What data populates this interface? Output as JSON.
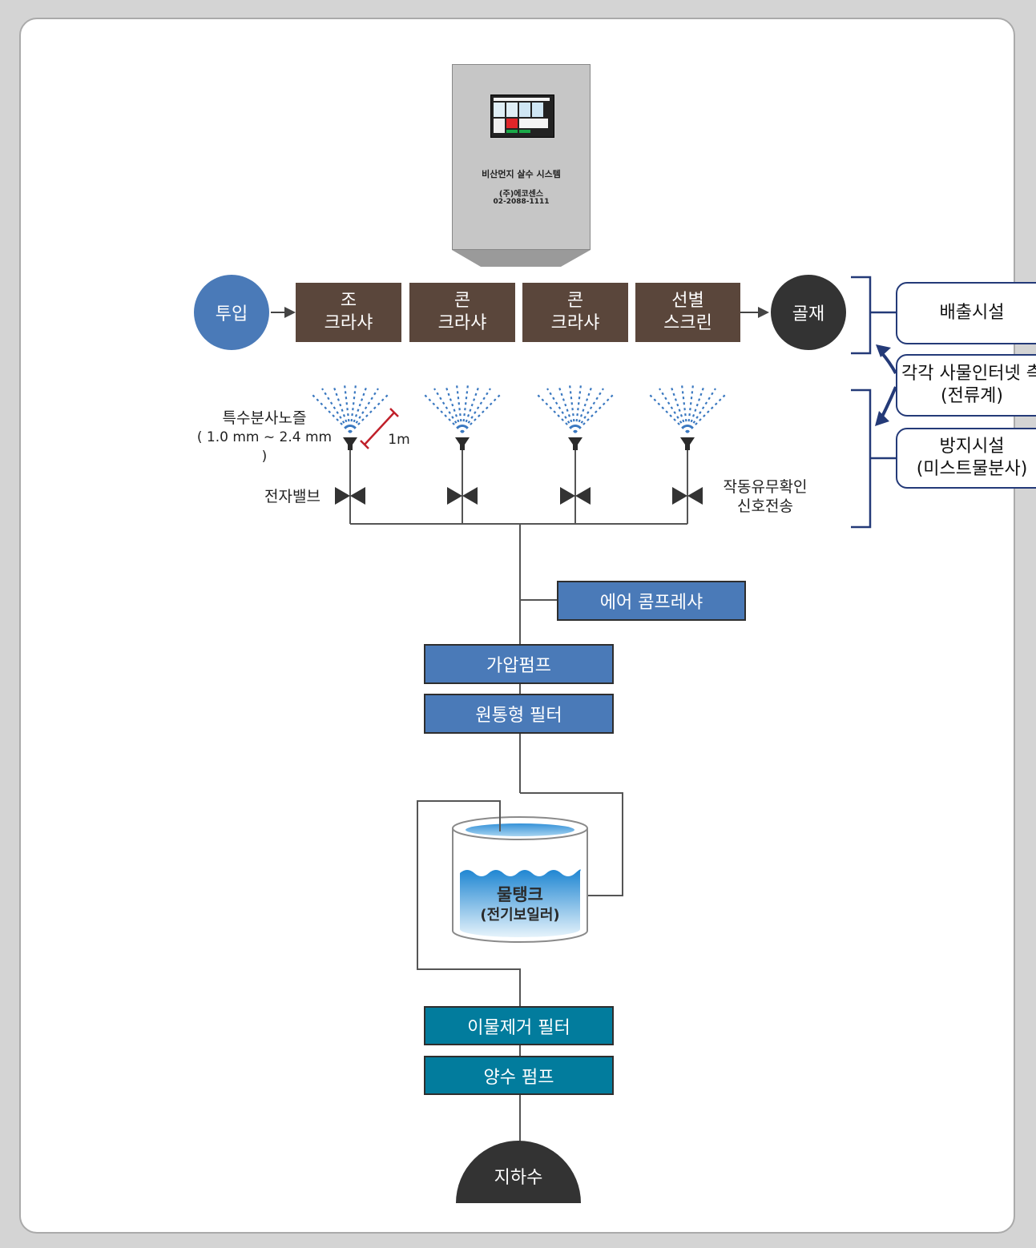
{
  "cabinet": {
    "title": "비산먼지 살수 시스템",
    "company": "(주)에코센스",
    "phone": "02-2088-1111"
  },
  "process": {
    "input": "투입",
    "steps": [
      {
        "line1": "조",
        "line2": "크라샤"
      },
      {
        "line1": "콘",
        "line2": "크라샤"
      },
      {
        "line1": "콘",
        "line2": "크라샤"
      },
      {
        "line1": "선별",
        "line2": "스크린"
      }
    ],
    "output": "골재"
  },
  "right_panel": {
    "emission": "배출시설",
    "iot_line1": "각각 사물인터넷 측",
    "iot_line2": "(전류계)",
    "prevention_line1": "방지시설",
    "prevention_line2": "(미스트물분사)"
  },
  "nozzle": {
    "label_line1": "특수분사노즐",
    "label_line2": "( 1.0 mm ~ 2.4 mm )",
    "distance": "1m"
  },
  "valve_label": "전자밸브",
  "signal_label_line1": "작동유무확인",
  "signal_label_line2": "신호전송",
  "equipment": {
    "air_compressor": "에어 콤프레샤",
    "pressure_pump": "가압펌프",
    "cylinder_filter": "원통형 필터",
    "tank_line1": "물탱크",
    "tank_line2": "(전기보일러)",
    "debris_filter": "이물제거 필터",
    "lift_pump": "양수 펌프",
    "groundwater": "지하수"
  },
  "colors": {
    "brown": "#5a463b",
    "blue": "#4a7ab8",
    "teal": "#027c9d",
    "navy": "#243a78",
    "dark": "#333333",
    "spray": "#3a78c0",
    "distance_marker": "#c0202a"
  }
}
